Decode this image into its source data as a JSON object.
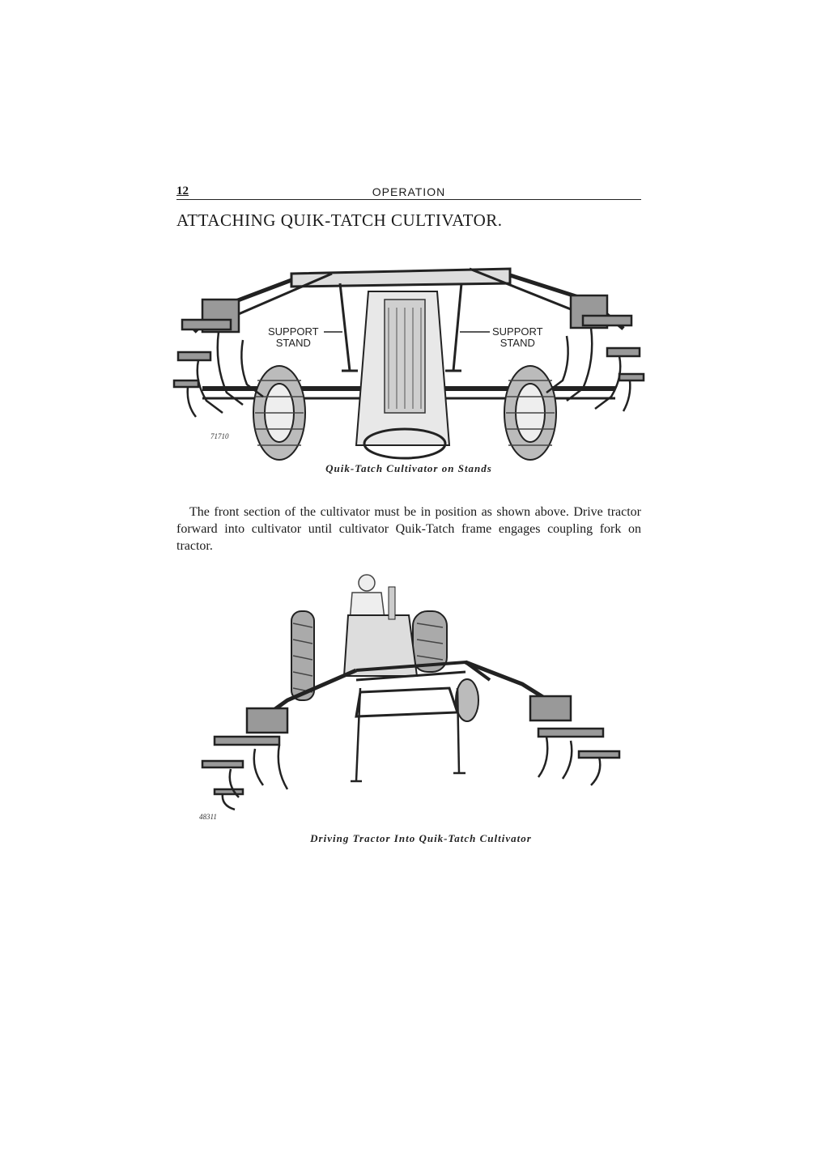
{
  "header": {
    "page_number": "12",
    "section": "OPERATION"
  },
  "heading": "ATTACHING QUIK-TATCH CULTIVATOR.",
  "figure1": {
    "number": "71710",
    "callout_left": [
      "SUPPORT",
      "STAND"
    ],
    "callout_right": [
      "SUPPORT",
      "STAND"
    ],
    "caption": "Quik-Tatch Cultivator on Stands"
  },
  "body": {
    "paragraph": "The front section of the cultivator must be in position as shown above. Drive tractor forward into cultivator until cultivator Quik-Tatch frame engages coupling fork on tractor."
  },
  "figure2": {
    "number": "48311",
    "caption": "Driving Tractor Into Quik-Tatch Cultivator"
  }
}
